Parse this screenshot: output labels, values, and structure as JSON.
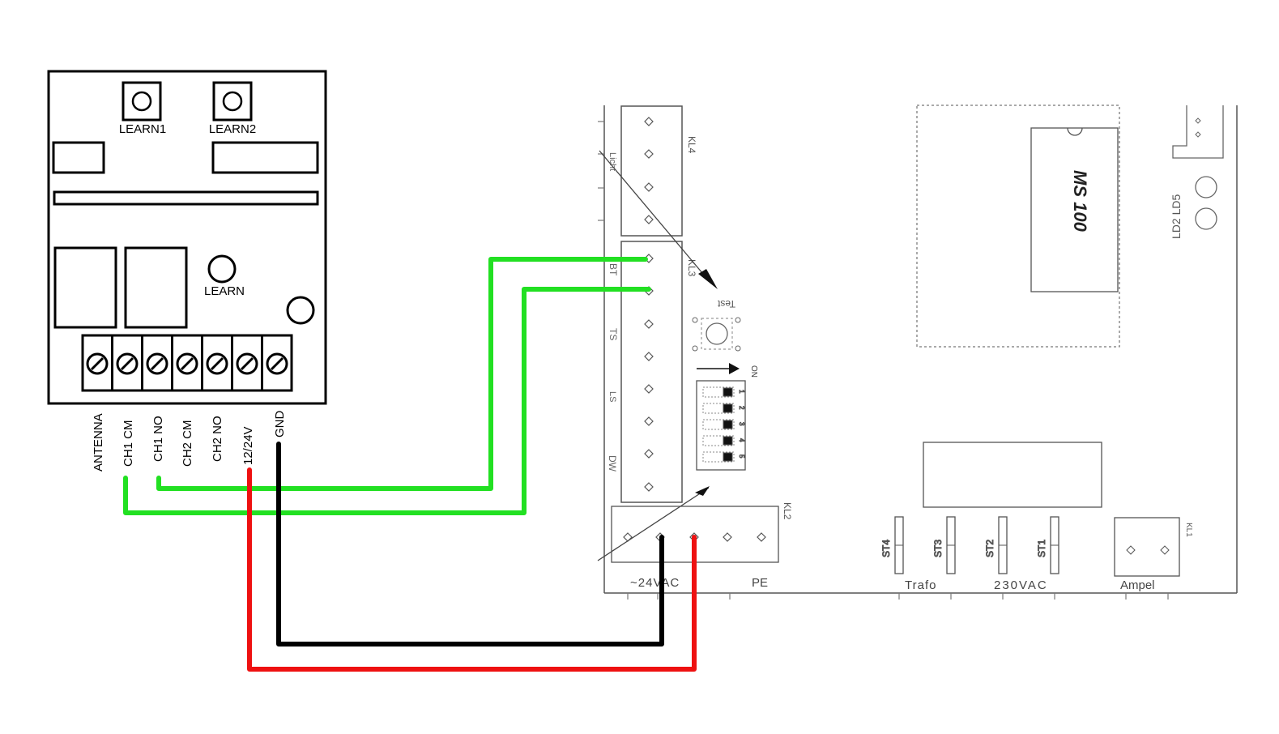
{
  "receiver": {
    "learn1": "LEARN1",
    "learn2": "LEARN2",
    "learn": "LEARN",
    "terminals": [
      "ANTENNA",
      "CH1 CM",
      "CH1 NO",
      "CH2 CM",
      "CH2 NO",
      "12/24V",
      "GND"
    ]
  },
  "controller": {
    "kl4": "KL4",
    "kl3": "KL3",
    "kl2": "KL2",
    "kl1": "KL1",
    "licht": "Licht",
    "bt": "BT",
    "ts": "TS",
    "ls": "LS",
    "dw": "DW",
    "test": "Test",
    "on": "ON",
    "dip_numbers": [
      "1",
      "2",
      "3",
      "4",
      "5"
    ],
    "chip": "MS 100",
    "leds": "LD2 LD5",
    "jumpers": [
      "ST4",
      "ST3",
      "ST2",
      "ST1"
    ],
    "bottom_labels": {
      "vac24": "~24VAC",
      "pe": "PE",
      "trafo": "Trafo",
      "vac230": "230VAC",
      "ampel": "Ampel"
    }
  },
  "colors": {
    "green_wire": "#22e022",
    "red_wire": "#ee1111",
    "black_wire": "#000000"
  }
}
